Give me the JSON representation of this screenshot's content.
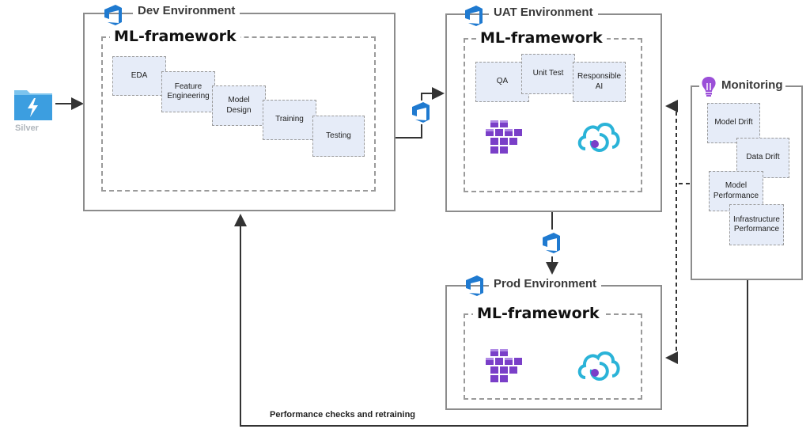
{
  "source": {
    "label": "Silver"
  },
  "dev": {
    "title": "Dev Environment",
    "framework": "ML-framework",
    "steps": [
      "EDA",
      "Feature\nEngineering",
      "Model\nDesign",
      "Training",
      "Testing"
    ]
  },
  "uat": {
    "title": "UAT Environment",
    "framework": "ML-framework",
    "steps": [
      "QA",
      "Unit Test",
      "Responsible\nAI"
    ]
  },
  "prod": {
    "title": "Prod Environment",
    "framework": "ML-framework"
  },
  "monitoring": {
    "title": "Monitoring",
    "items": [
      "Model Drift",
      "Data Drift",
      "Model\nPerformance",
      "Infrastructure\nPerformance"
    ]
  },
  "feedback": {
    "label": "Performance checks and retraining"
  },
  "colors": {
    "border": "#8c8c8c",
    "step_fill": "#e6ecf8",
    "azure_blue": "#1f7ad0",
    "container_purple": "#7a3fc8",
    "cloud_blue": "#2ab3d8"
  },
  "icons": [
    "storage-folder-icon",
    "azure-devops-icon",
    "container-registry-icon",
    "ml-endpoint-cloud-icon",
    "lightbulb-icon"
  ]
}
